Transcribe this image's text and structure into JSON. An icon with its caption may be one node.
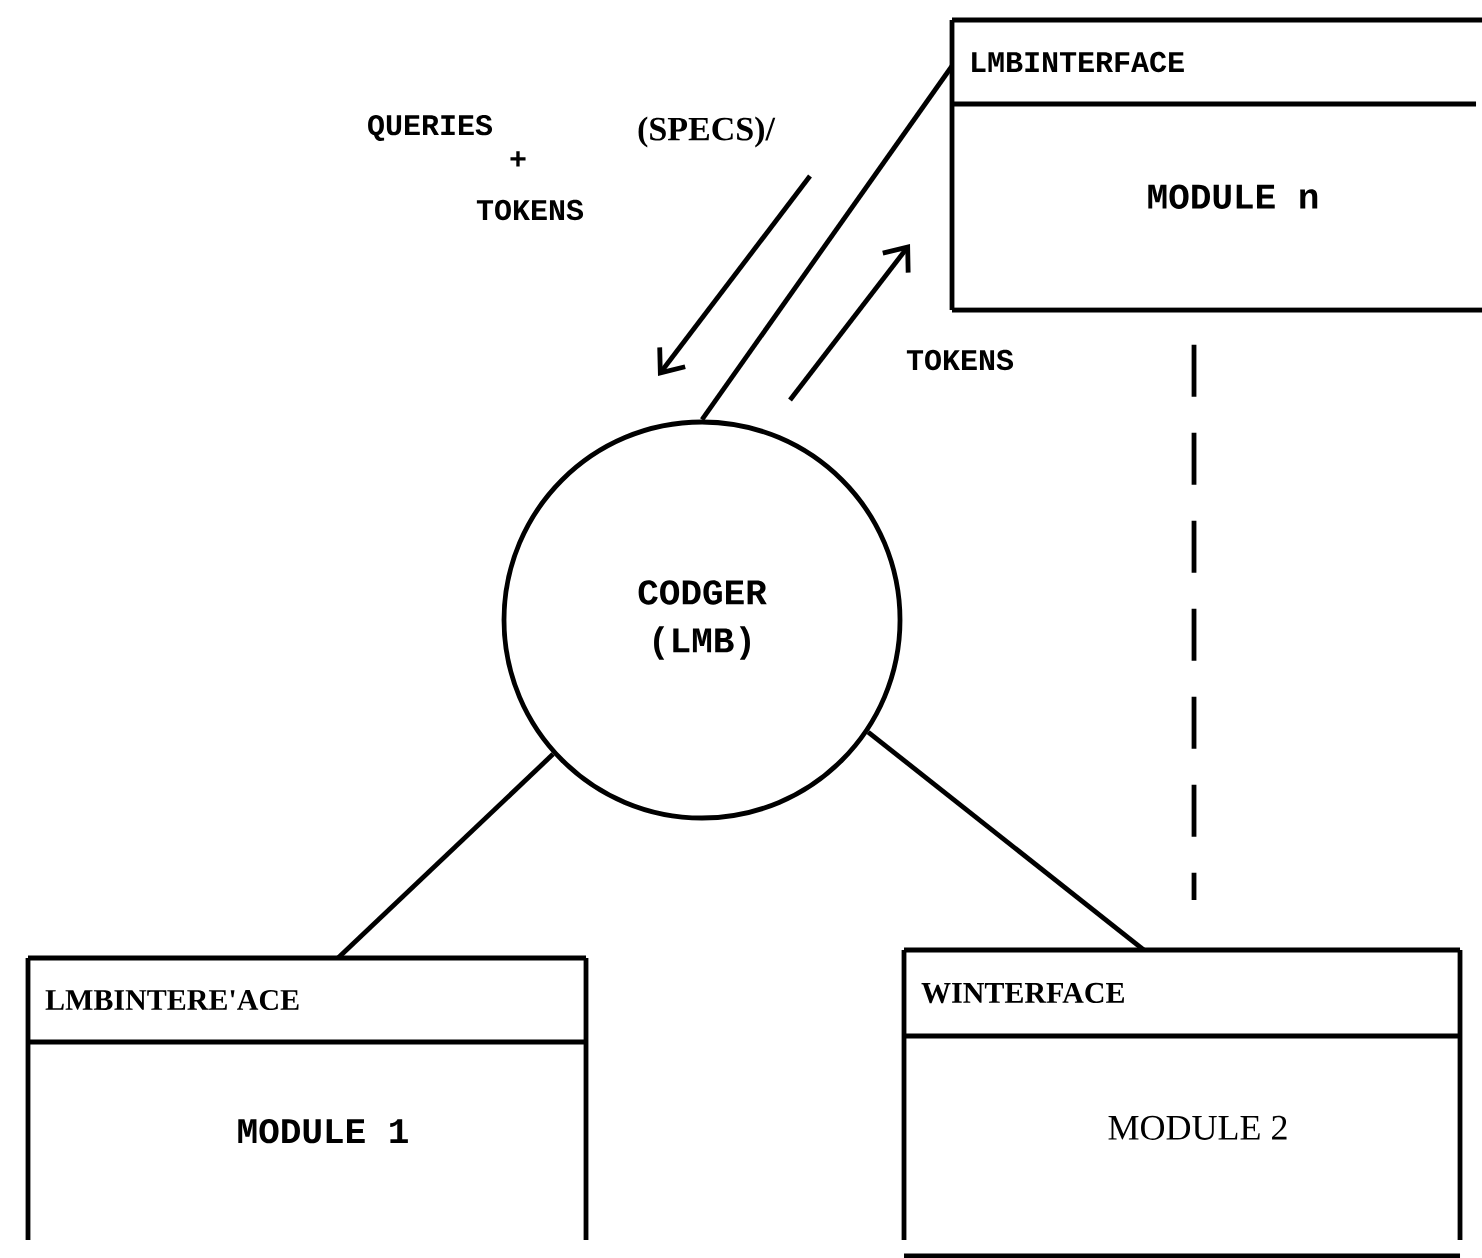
{
  "diagram": {
    "nodes": [
      {
        "text": [
          "LMBINTERFACE",
          "MODULE n"
        ]
      },
      {
        "text": [
          "CODGER (LMB)"
        ]
      },
      {
        "text": [
          "LMBINTERE'ACE",
          "MODULE 1"
        ]
      },
      {
        "text": [
          "WINTERFACE",
          "MODULE 2"
        ]
      }
    ],
    "edges": [
      {
        "from": 1,
        "to": 0,
        "arrow": "none"
      },
      {
        "from": 1,
        "to": 2,
        "arrow": "none"
      },
      {
        "from": 1,
        "to": 3,
        "arrow": "none"
      },
      {
        "from": 0,
        "to": 3,
        "arrow": "none",
        "style": "dashed"
      }
    ],
    "labels": [
      "QUERIES",
      "(SPECS)/",
      "+",
      "TOKENS",
      "TOKENS"
    ]
  }
}
